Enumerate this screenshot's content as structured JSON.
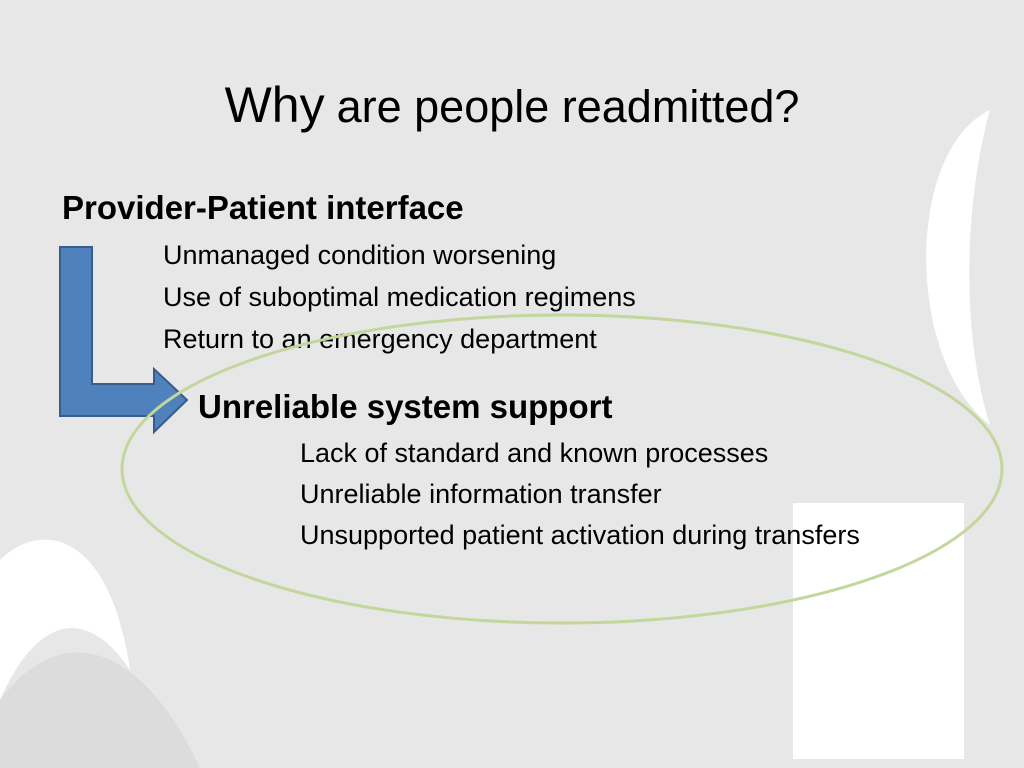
{
  "title": {
    "word1": "Why",
    "word2": "are people readmitted?"
  },
  "section1": {
    "heading": "Provider-Patient interface",
    "items": [
      "Unmanaged condition worsening",
      "Use of suboptimal medication regimens",
      "Return to an emergency department"
    ]
  },
  "section2": {
    "heading": "Unreliable system support",
    "items": [
      "Lack of standard and known processes",
      "Unreliable information transfer",
      "Unsupported patient activation during transfers"
    ]
  },
  "colors": {
    "background": "#e7e7e7",
    "arrow_fill": "#4f81bd",
    "arrow_stroke": "#385d8a",
    "ellipse_stroke": "#c3d69b"
  }
}
